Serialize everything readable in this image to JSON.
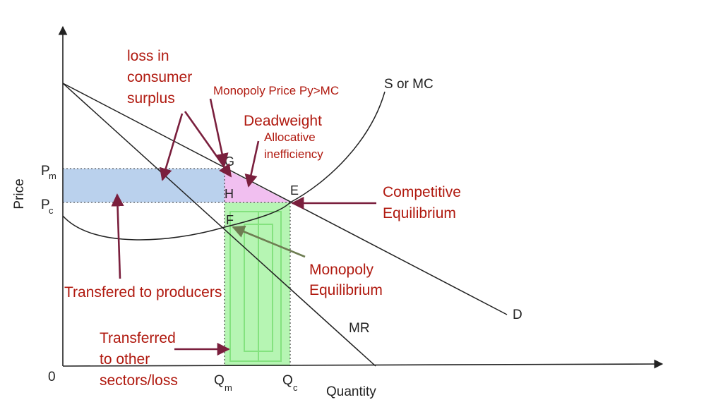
{
  "axes": {
    "y_label": "Price",
    "x_label": "Quantity",
    "origin": "0",
    "pm_main": "P",
    "pm_sub": "m",
    "pc_main": "P",
    "pc_sub": "c",
    "qm_main": "Q",
    "qm_sub": "m",
    "qc_main": "Q",
    "qc_sub": "c"
  },
  "curves": {
    "supply": "S or MC",
    "demand": "D",
    "mr": "MR"
  },
  "points": {
    "g": "G",
    "h": "H",
    "e": "E",
    "f": "F"
  },
  "annotations": {
    "loss_cs": [
      "loss in",
      "consumer",
      "surplus"
    ],
    "monopoly_price": "Monopoly Price Py>MC",
    "deadweight": "Deadweight",
    "allocative": [
      "Allocative",
      "inefficiency"
    ],
    "competitive": [
      "Competitive",
      "Equilibrium"
    ],
    "monopoly_eq": [
      "Monopoly",
      "Equilibrium"
    ],
    "transfer_producers": "Transfered to producers",
    "transfer_other": [
      "Transferred",
      "to other",
      "sectors/loss"
    ]
  },
  "colors": {
    "annotation_red": "#b0190f",
    "arrow_maroon": "#7a1f3d",
    "arrow_olive": "#6e7d52",
    "consumer_loss_fill": "#aec9ea",
    "deadweight_fill": "#f0b8ee",
    "transfer_fill": "#9ef29a",
    "line": "#222222"
  }
}
